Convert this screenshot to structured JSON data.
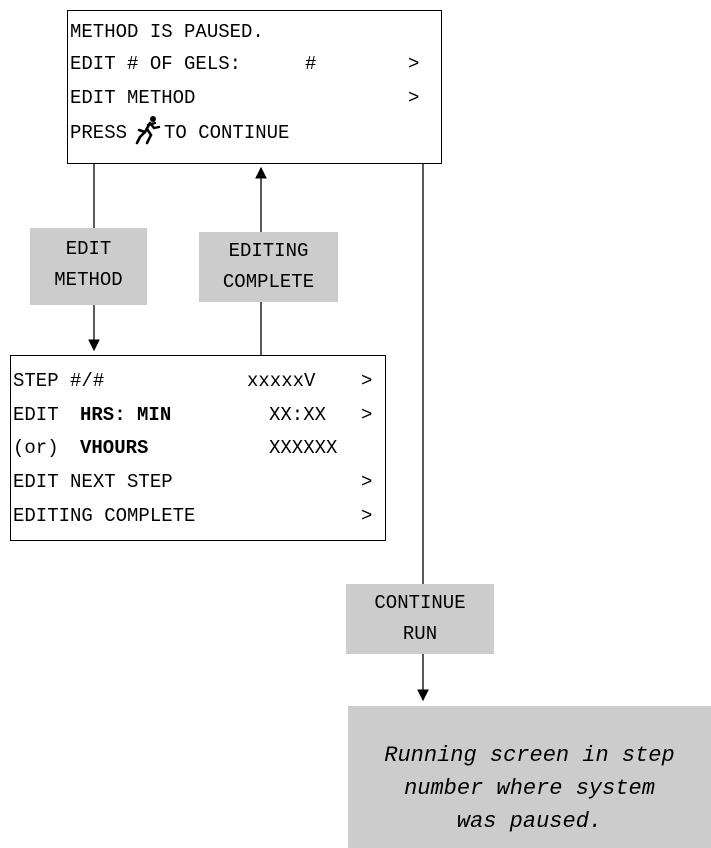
{
  "paused_screen": {
    "line1": "METHOD IS PAUSED.",
    "line2_label": "EDIT # OF GELS:",
    "line2_value": "#",
    "line2_arrow": ">",
    "line3_label": "EDIT METHOD",
    "line3_arrow": ">",
    "line4_prefix": "PRESS",
    "line4_suffix": "TO CONTINUE"
  },
  "edit_screen": {
    "row1_label": "STEP #/#",
    "row1_value": "xxxxxV",
    "row1_arrow": ">",
    "row2_prefix": "EDIT",
    "row2_bold": "HRS: MIN",
    "row2_value": "XX:XX",
    "row2_arrow": ">",
    "row3_prefix": "(or)",
    "row3_bold": "VHOURS",
    "row3_value": "XXXXXX",
    "row4_label": "EDIT NEXT STEP",
    "row4_arrow": ">",
    "row5_label": "EDITING COMPLETE",
    "row5_arrow": ">"
  },
  "labels": {
    "edit_method_1": "EDIT",
    "edit_method_2": "METHOD",
    "editing_complete_1": "EDITING",
    "editing_complete_2": "COMPLETE",
    "continue_run_1": "CONTINUE",
    "continue_run_2": "RUN"
  },
  "note": {
    "line1": "Running screen in step",
    "line2": "number where system",
    "line3": "was paused."
  },
  "icons": {
    "run": "running-man-icon"
  },
  "colors": {
    "label_fill": "#cccccc"
  }
}
